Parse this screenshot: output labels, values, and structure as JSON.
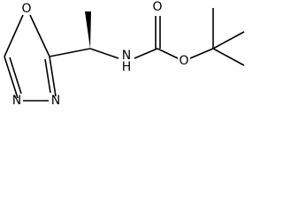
{
  "molecule": {
    "atoms": {
      "ring_o": "O",
      "ring_n_right": "N",
      "ring_n_left": "N",
      "amine_n": "N",
      "amine_h": "H",
      "carbonyl_o": "O",
      "ester_o": "O"
    }
  }
}
